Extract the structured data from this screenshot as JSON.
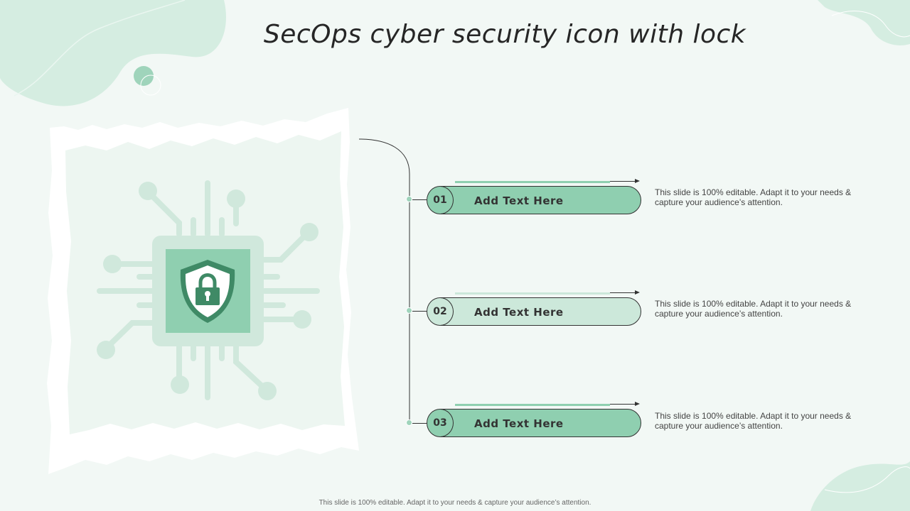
{
  "slide": {
    "title": "SecOps cyber security icon with lock",
    "footer": "This slide is 100% editable.  Adapt it to your needs & capture your audience’s attention."
  },
  "items": [
    {
      "number": "01",
      "label": "Add Text Here",
      "description": "This slide is 100% editable. Adapt it to your needs & capture your audience’s attention.",
      "fill": "#8fcfb0"
    },
    {
      "number": "02",
      "label": "Add Text Here",
      "description": "This slide is 100% editable. Adapt it to your needs & capture your audience’s attention.",
      "fill": "#cce8da"
    },
    {
      "number": "03",
      "label": "Add Text Here",
      "description": "This slide is 100% editable. Adapt it to your needs & capture your audience’s attention.",
      "fill": "#8fcfb0"
    }
  ],
  "icons": {
    "main": "chip-shield-lock-icon"
  },
  "colors": {
    "background": "#f2f8f5",
    "accent": "#8fcfb0",
    "accent_light": "#cce8da",
    "accent_dark": "#3f8a66",
    "blob": "#d5ede1"
  }
}
